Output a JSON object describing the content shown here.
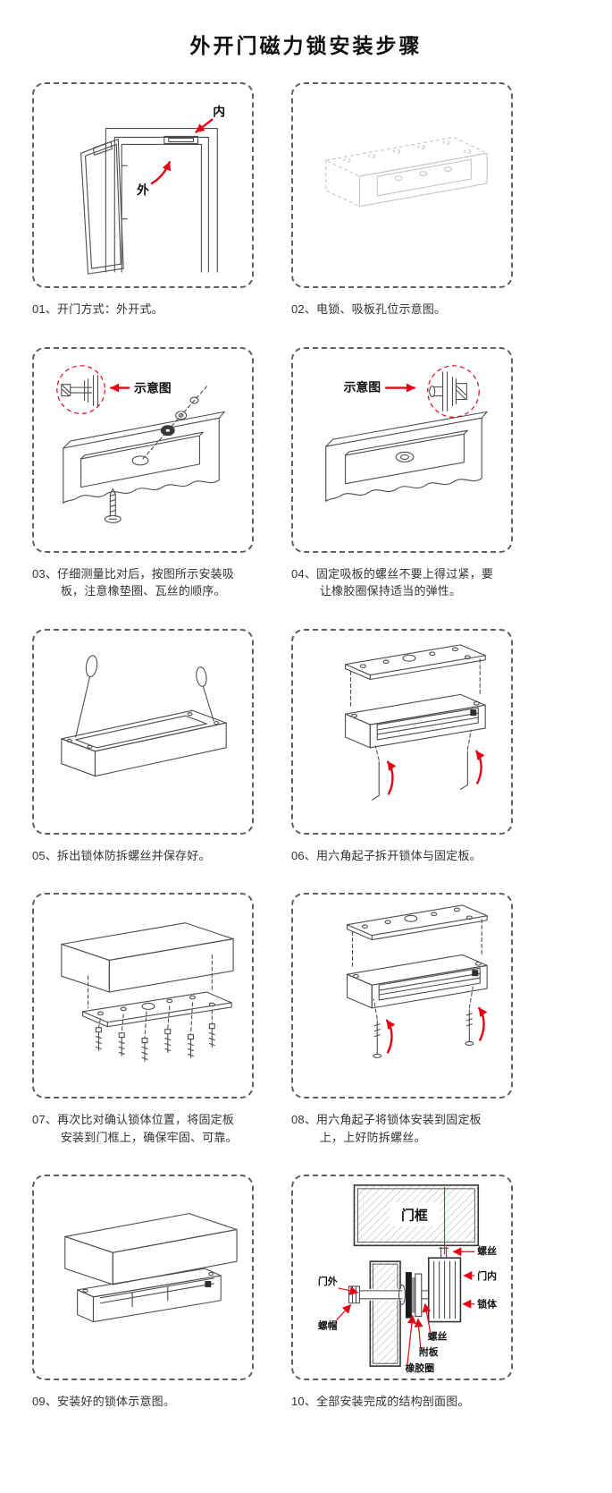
{
  "page": {
    "title": "外开门磁力锁安装步骤"
  },
  "colors": {
    "accent_red": "#e60012",
    "line_dark": "#4d4d4d",
    "line_light": "#bfbfbf"
  },
  "steps": [
    {
      "caption": "01、开门方式：外开式。",
      "labels": {
        "inside": "内",
        "outside": "外"
      }
    },
    {
      "caption": "02、电锁、吸板孔位示意图。"
    },
    {
      "caption": "03、仔细测量比对后，按图所示安装吸板，注意橡垫圈、瓦丝的顺序。",
      "labels": {
        "callout": "示意图"
      }
    },
    {
      "caption": "04、固定吸板的螺丝不要上得过紧，要让橡胶圈保持适当的弹性。",
      "labels": {
        "callout": "示意图"
      }
    },
    {
      "caption": "05、拆出锁体防拆螺丝并保存好。"
    },
    {
      "caption": "06、用六角起子拆开锁体与固定板。"
    },
    {
      "caption": "07、再次比对确认锁体位置，将固定板安装到门框上，确保牢固、可靠。"
    },
    {
      "caption": "08、用六角起子将锁体安装到固定板上，上好防拆螺丝。"
    },
    {
      "caption": "09、安装好的锁体示意图。"
    },
    {
      "caption": "10、全部安装完成的结构剖面图。",
      "labels": {
        "door_frame": "门框",
        "door_outside": "门外",
        "door_inside": "门内",
        "screw_top": "螺丝",
        "lock_body": "锁体",
        "nut": "螺帽",
        "screw_bottom": "螺丝",
        "plate": "附板",
        "rubber_ring": "橡胶圈"
      }
    }
  ]
}
